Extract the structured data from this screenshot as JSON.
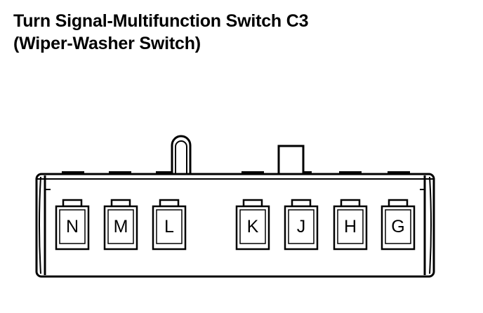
{
  "title": {
    "line1": "Turn Signal-Multifunction Switch C3",
    "line2": "(Wiper-Washer Switch)"
  },
  "connector": {
    "pins": [
      "N",
      "M",
      "L",
      "K",
      "J",
      "H",
      "G"
    ]
  },
  "colors": {
    "stroke": "#000000",
    "background": "#ffffff"
  }
}
